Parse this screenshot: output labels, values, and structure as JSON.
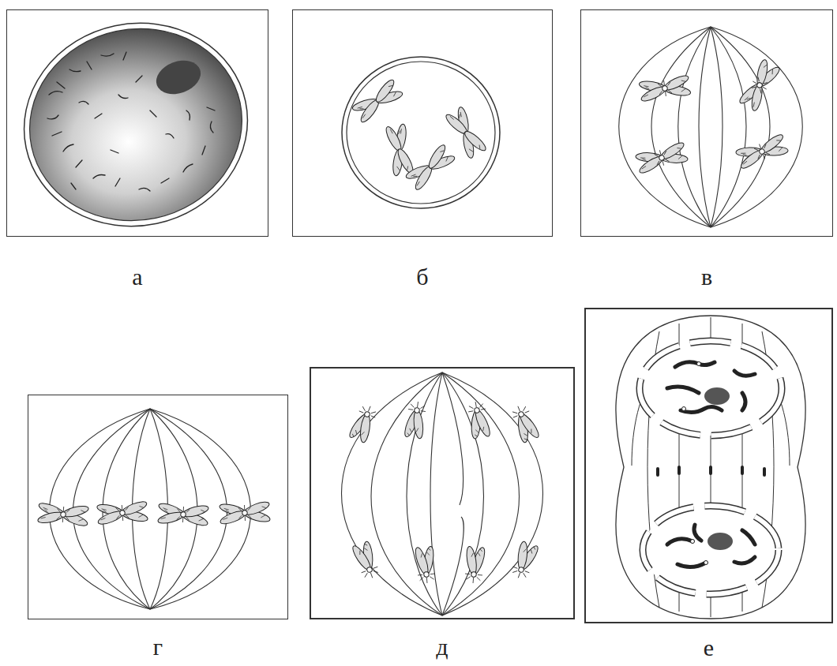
{
  "diagram": {
    "nodes": [
      {
        "text": [
          "а"
        ]
      },
      {
        "text": [
          "б"
        ]
      },
      {
        "text": [
          "в"
        ]
      },
      {
        "text": [
          "г"
        ]
      },
      {
        "text": [
          "д"
        ]
      },
      {
        "text": [
          "е"
        ]
      }
    ]
  }
}
